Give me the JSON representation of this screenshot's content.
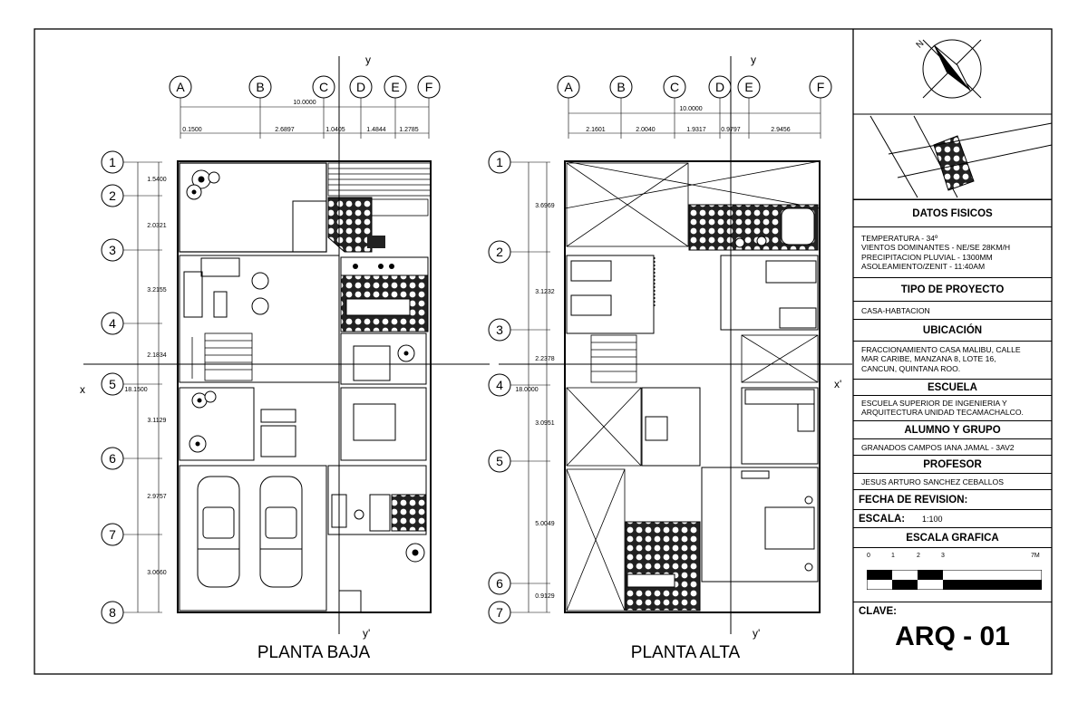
{
  "floor_plans": [
    {
      "title": "PLANTA BAJA",
      "column_axes": [
        "A",
        "B",
        "C",
        "D",
        "E",
        "F"
      ],
      "row_axes": [
        "1",
        "2",
        "3",
        "4",
        "5",
        "6",
        "7",
        "8"
      ],
      "overall_width": "10.0000",
      "overall_height": "18.1500",
      "col_dims": [
        "0.1500",
        "2.6897",
        "1.0405",
        "1.4844",
        "1.2785"
      ],
      "row_dims": [
        "1.5400",
        "2.0321",
        "3.2155",
        "2.1834",
        "3.1129",
        "2.9757",
        "3.0660"
      ],
      "section_labels": {
        "x": "x",
        "x_prime": "x'",
        "y": "y",
        "y_prime": "y'"
      }
    },
    {
      "title": "PLANTA ALTA",
      "column_axes": [
        "A",
        "B",
        "C",
        "D",
        "E",
        "F"
      ],
      "row_axes": [
        "1",
        "2",
        "3",
        "4",
        "5",
        "6",
        "7"
      ],
      "overall_width": "10.0000",
      "overall_height": "18.0000",
      "col_dims": [
        "2.1601",
        "2.0040",
        "1.9317",
        "0.9797",
        "2.9456"
      ],
      "row_dims": [
        "3.6969",
        "3.1232",
        "2.2378",
        "3.0951",
        "5.0049",
        "0.9129"
      ],
      "section_labels": {
        "x": "x",
        "x_prime": "x'",
        "y": "y",
        "y_prime": "y'"
      }
    }
  ],
  "title_block": {
    "north_label": "N",
    "datos_fisicos": {
      "heading": "DATOS FISICOS",
      "lines": [
        "TEMPERATURA - 34º",
        "VIENTOS DOMINANTES - NE/SE 28KM/H",
        "PRECIPITACION PLUVIAL - 1300MM",
        "ASOLEAMIENTO/ZENIT - 11:40AM"
      ]
    },
    "tipo_proyecto": {
      "heading": "TIPO DE PROYECTO",
      "value": "CASA-HABTACION"
    },
    "ubicacion": {
      "heading": "UBICACIÓN",
      "lines": [
        "FRACCIONAMIENTO CASA MALIBU, CALLE",
        "MAR CARIBE, MANZANA 8, LOTE 16,",
        "CANCUN, QUINTANA ROO."
      ]
    },
    "escuela": {
      "heading": "ESCUELA",
      "lines": [
        "ESCUELA SUPERIOR DE INGENIERIA Y",
        "ARQUITECTURA UNIDAD TECAMACHALCO."
      ]
    },
    "alumno": {
      "heading": "ALUMNO Y GRUPO",
      "value": "GRANADOS CAMPOS IANA JAMAL - 3AV2"
    },
    "profesor": {
      "heading": "PROFESOR",
      "value": "JESUS ARTURO SANCHEZ CEBALLOS"
    },
    "fecha_label": "FECHA DE REVISION:",
    "escala_label": "ESCALA:",
    "escala_value": "1:100",
    "escala_grafica": {
      "heading": "ESCALA GRAFICA",
      "ticks": [
        "0",
        "1",
        "2",
        "3",
        "7M"
      ]
    },
    "clave_label": "CLAVE:",
    "clave_value": "ARQ - 01"
  }
}
